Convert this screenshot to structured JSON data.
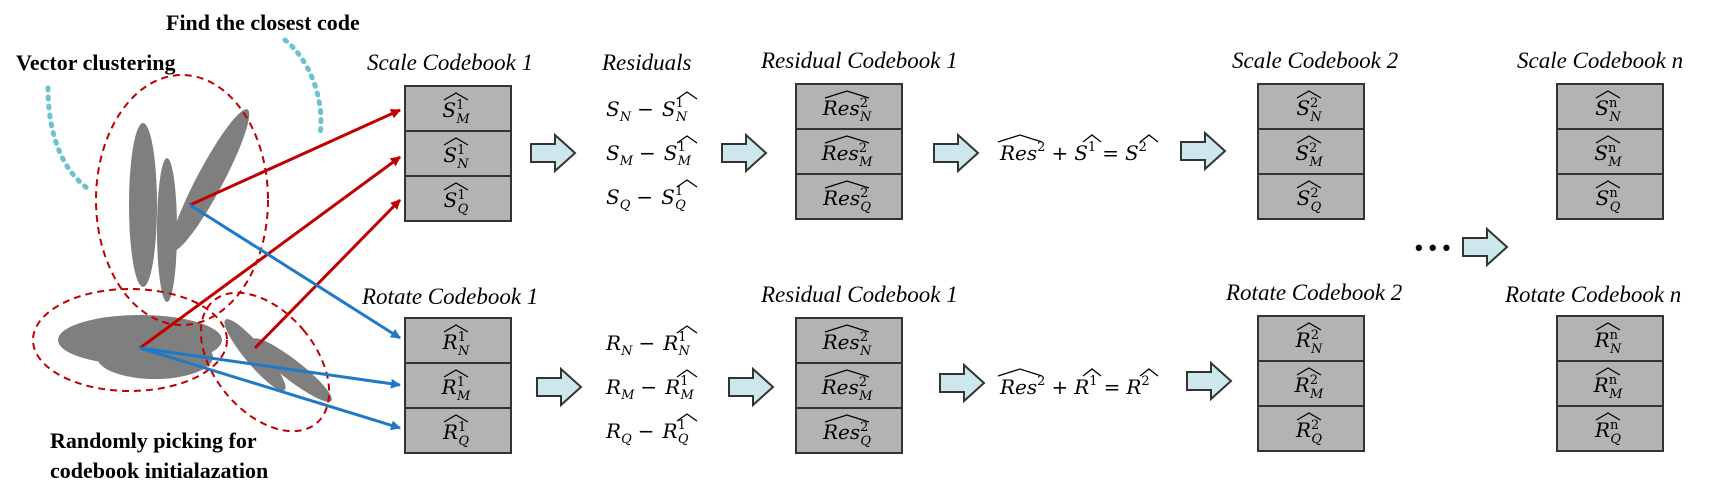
{
  "labels": {
    "vector_clustering": "Vector clustering",
    "find_closest": "Find the closest code",
    "randomly_picking_line1": "Randomly picking for",
    "randomly_picking_line2": "codebook initialazation"
  },
  "titles": {
    "scale_codebook_1": "Scale Codebook 1",
    "residuals": "Residuals",
    "residual_codebook_1_top": "Residual Codebook 1",
    "scale_codebook_2": "Scale Codebook 2",
    "scale_codebook_n": "Scale Codebook n",
    "rotate_codebook_1": "Rotate Codebook 1",
    "residual_codebook_1_bottom": "Residual Codebook 1",
    "rotate_codebook_2": "Rotate Codebook 2",
    "rotate_codebook_n": "Rotate Codebook n"
  },
  "codebooks": {
    "scale1": [
      {
        "base": "S",
        "sub": "M",
        "sup": "1"
      },
      {
        "base": "S",
        "sub": "N",
        "sup": "1"
      },
      {
        "base": "S",
        "sub": "Q",
        "sup": "1"
      }
    ],
    "res_top": [
      {
        "base": "Res",
        "sub": "N",
        "sup": "2"
      },
      {
        "base": "Res",
        "sub": "M",
        "sup": "2"
      },
      {
        "base": "Res",
        "sub": "Q",
        "sup": "2"
      }
    ],
    "scale2": [
      {
        "base": "S",
        "sub": "N",
        "sup": "2"
      },
      {
        "base": "S",
        "sub": "M",
        "sup": "2"
      },
      {
        "base": "S",
        "sub": "Q",
        "sup": "2"
      }
    ],
    "scalen": [
      {
        "base": "S",
        "sub": "N",
        "sup": "n"
      },
      {
        "base": "S",
        "sub": "M",
        "sup": "n"
      },
      {
        "base": "S",
        "sub": "Q",
        "sup": "n"
      }
    ],
    "rotate1": [
      {
        "base": "R",
        "sub": "N",
        "sup": "1"
      },
      {
        "base": "R",
        "sub": "M",
        "sup": "1"
      },
      {
        "base": "R",
        "sub": "Q",
        "sup": "1"
      }
    ],
    "res_bottom": [
      {
        "base": "Res",
        "sub": "N",
        "sup": "2"
      },
      {
        "base": "Res",
        "sub": "M",
        "sup": "2"
      },
      {
        "base": "Res",
        "sub": "Q",
        "sup": "2"
      }
    ],
    "rotate2": [
      {
        "base": "R",
        "sub": "N",
        "sup": "2"
      },
      {
        "base": "R",
        "sub": "M",
        "sup": "2"
      },
      {
        "base": "R",
        "sub": "Q",
        "sup": "2"
      }
    ],
    "rotaten": [
      {
        "base": "R",
        "sub": "N",
        "sup": "n"
      },
      {
        "base": "R",
        "sub": "M",
        "sup": "n"
      },
      {
        "base": "R",
        "sub": "Q",
        "sup": "n"
      }
    ]
  },
  "residual_eqs": {
    "scale": [
      {
        "lhs": "S",
        "lhs_sub": "N",
        "rhs": "S",
        "rhs_sub": "N",
        "rhs_sup": "1"
      },
      {
        "lhs": "S",
        "lhs_sub": "M",
        "rhs": "S",
        "rhs_sub": "M",
        "rhs_sup": "1"
      },
      {
        "lhs": "S",
        "lhs_sub": "Q",
        "rhs": "S",
        "rhs_sub": "Q",
        "rhs_sup": "1"
      }
    ],
    "rotate": [
      {
        "lhs": "R",
        "lhs_sub": "N",
        "rhs": "R",
        "rhs_sub": "N",
        "rhs_sup": "1"
      },
      {
        "lhs": "R",
        "lhs_sub": "M",
        "rhs": "R",
        "rhs_sub": "M",
        "rhs_sup": "1"
      },
      {
        "lhs": "R",
        "lhs_sub": "Q",
        "rhs": "R",
        "rhs_sub": "Q",
        "rhs_sup": "1"
      }
    ]
  },
  "update_eqs": {
    "scale": {
      "a": "Res",
      "a_sup": "2",
      "b": "S",
      "b_sup": "1",
      "c": "S",
      "c_sup": "2"
    },
    "rotate": {
      "a": "Res",
      "a_sup": "2",
      "b": "R",
      "b_sup": "1",
      "c": "R",
      "c_sup": "2"
    }
  },
  "ellipsis": "• • •",
  "colors": {
    "red_arrow": "#c00000",
    "blue_arrow": "#1f78c8",
    "cluster_outline": "#c00000",
    "dotted_teal": "#6cc3cc",
    "blob": "#7f7f7f",
    "cell_fill": "#b3b3b3",
    "block_arrow": "#cce8ec"
  }
}
